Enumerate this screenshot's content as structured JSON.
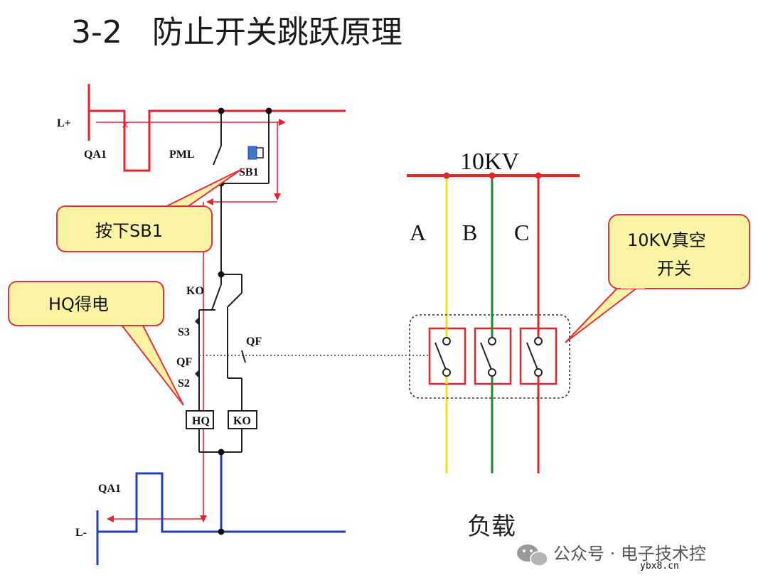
{
  "title": "3-2   防止开关跳跃原理",
  "labels": {
    "l_plus": "L+",
    "qa1_top": "QA1",
    "pml": "PML",
    "sb1": "SB1",
    "ko_contact": "KO",
    "s3": "S3",
    "qf_left": "QF",
    "qf_right": "QF",
    "s2": "S2",
    "hq_coil": "HQ",
    "ko_coil": "KO",
    "qa1_bottom": "QA1",
    "l_minus": "L-"
  },
  "callouts": {
    "press_sb1": "按下SB1",
    "hq_energized": "HQ得电",
    "breaker_line1": "10KV真空",
    "breaker_line2": "开关"
  },
  "bus_label": "10KV",
  "phases": [
    "A",
    "B",
    "C"
  ],
  "load_label": "负载",
  "watermark": {
    "text": "公众号 · 电子技术控",
    "site": "ybx8.cn"
  },
  "colors": {
    "positive_bus": "#e8232a",
    "negative_bus": "#1f3fbf",
    "phase_a": "#f2e600",
    "phase_b": "#1f8a2e",
    "phase_c": "#e8232a",
    "callout_fill": "#fbf3a4",
    "callout_stroke": "#e6313b"
  }
}
